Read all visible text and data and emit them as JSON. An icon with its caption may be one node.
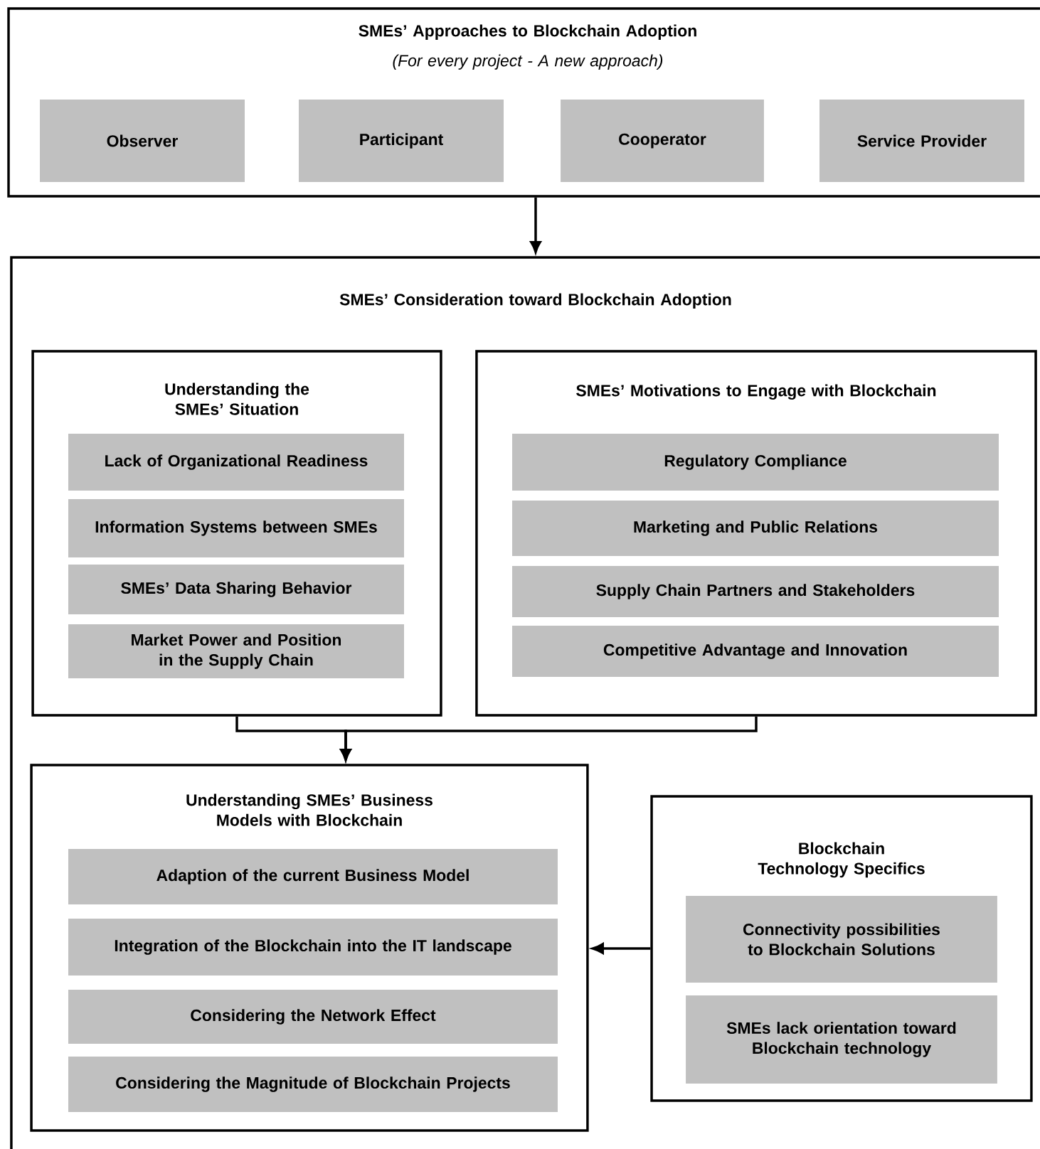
{
  "diagram": {
    "nodes": [
      {
        "text": [
          "SMEs’ Approaches to Blockchain Adoption",
          "(For every project - A new approach)"
        ]
      },
      {
        "text": [
          "Observer"
        ],
        "in": 0
      },
      {
        "text": [
          "Participant"
        ],
        "in": 0
      },
      {
        "text": [
          "Cooperator"
        ],
        "in": 0
      },
      {
        "text": [
          "Service Provider"
        ],
        "in": 0
      },
      {
        "text": [
          "SMEs’ Consideration toward Blockchain Adoption"
        ]
      },
      {
        "text": [
          "Understanding the SMEs’ Situation"
        ],
        "in": 5
      },
      {
        "text": [
          "Lack of Organizational Readiness"
        ],
        "in": 6
      },
      {
        "text": [
          "Information Systems between SMEs"
        ],
        "in": 6
      },
      {
        "text": [
          "SMEs’ Data Sharing Behavior"
        ],
        "in": 6
      },
      {
        "text": [
          "Market Power and Position in the Supply Chain"
        ],
        "in": 6
      },
      {
        "text": [
          "SMEs’ Motivations to Engage with Blockchain"
        ],
        "in": 5
      },
      {
        "text": [
          "Regulatory Compliance"
        ],
        "in": 11
      },
      {
        "text": [
          "Marketing and Public Relations"
        ],
        "in": 11
      },
      {
        "text": [
          "Supply Chain Partners and Stakeholders"
        ],
        "in": 11
      },
      {
        "text": [
          "Competitive Advantage and Innovation"
        ],
        "in": 11
      },
      {
        "text": [
          "Understanding SMEs’ Business Models with Blockchain"
        ],
        "in": 5
      },
      {
        "text": [
          "Adaption of the current Business Model"
        ],
        "in": 16
      },
      {
        "text": [
          "Integration of the Blockchain into the IT landscape"
        ],
        "in": 16
      },
      {
        "text": [
          "Considering the Network Effect"
        ],
        "in": 16
      },
      {
        "text": [
          "Considering the Magnitude of Blockchain Projects"
        ],
        "in": 16
      },
      {
        "text": [
          "Blockchain Technology Specifics"
        ],
        "in": 5
      },
      {
        "text": [
          "Connectivity possibilities to Blockchain Solutions"
        ],
        "in": 21
      },
      {
        "text": [
          "SMEs lack orientation toward Blockchain technology"
        ],
        "in": 21
      }
    ],
    "edges": [
      {
        "from": 0,
        "to": 5,
        "arrow": "to"
      },
      {
        "from": 6,
        "to": 16,
        "arrow": "to"
      },
      {
        "from": 11,
        "to": 16,
        "arrow": "to"
      },
      {
        "from": 21,
        "to": 16,
        "arrow": "to"
      }
    ]
  }
}
